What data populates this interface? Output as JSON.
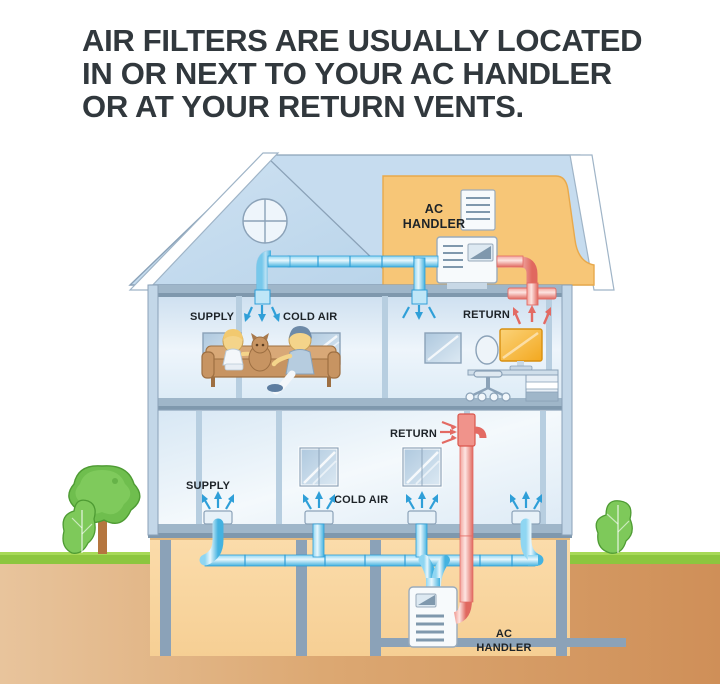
{
  "headline": {
    "line1": "AIR FILTERS ARE USUALLY LOCATED",
    "line2": "IN OR NEXT TO YOUR AC HANDLER",
    "line3": "OR AT YOUR RETURN VENTS."
  },
  "labels": {
    "attic_ac_handler_line1": "AC",
    "attic_ac_handler_line2": "HANDLER",
    "upper_supply": "SUPPLY",
    "upper_cold_air": "COLD AIR",
    "upper_return": "RETURN",
    "lower_supply": "SUPPLY",
    "lower_cold_air": "COLD AIR",
    "lower_return": "RETURN",
    "basement_ac_handler_line1": "AC",
    "basement_ac_handler_line2": "HANDLER"
  },
  "colors": {
    "headline_text": "#31383d",
    "label_text": "#1d2328",
    "supply_duct_blue": "#2f9fd8",
    "supply_duct_light": "#bfe6f7",
    "return_duct_red": "#e36a63",
    "return_duct_light": "#f6b7b2",
    "attic_floor_orange": "#f7c677",
    "basement_fill_orange": "#f8d49a",
    "wall_blue": "#dce9f4",
    "roof_blue": "#cde0f0",
    "structure_gray": "#8ba2b8",
    "grass_green": "#8cc63f",
    "soil_tan": "#d9a06b",
    "tree_green": "#6fbe4e",
    "couch_brown": "#c79462",
    "monitor_orange": "#f7b437",
    "filter_white": "#f5f8fb"
  },
  "scene": {
    "house_description": "cutaway two-story house with attic and basement",
    "attic_items": [
      "air-filter-panel",
      "ac-handler-unit"
    ],
    "upper_floor_rooms": [
      "living-room",
      "home-office"
    ],
    "lower_floor_items": [
      "windows",
      "floor-vents"
    ],
    "basement_items": [
      "supply-duct-trunk",
      "ac-handler-unit",
      "support-beams"
    ],
    "landscape_items": [
      "tree",
      "left-shrub",
      "right-shrub",
      "grass",
      "soil"
    ]
  }
}
